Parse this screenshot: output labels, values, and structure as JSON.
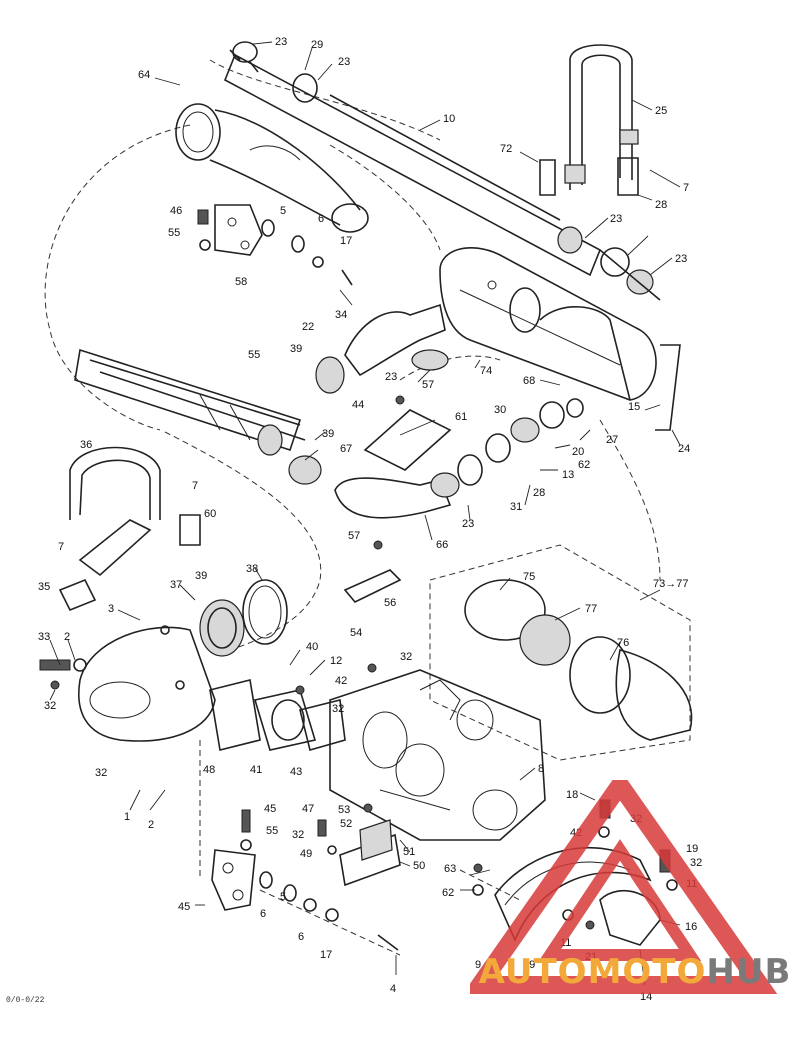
{
  "drawing_code": "0/0-0/22",
  "watermark": {
    "word_1": "AUTOMOTO",
    "word_2": "HUB",
    "colors": {
      "triangle": "#d83a3a",
      "word_1": "#f2a93a",
      "word_2": "#7a7a7a"
    }
  },
  "callouts": [
    "23",
    "29",
    "23",
    "64",
    "10",
    "25",
    "72",
    "7",
    "28",
    "46",
    "5",
    "6",
    "17",
    "55",
    "58",
    "23",
    "23",
    "34",
    "22",
    "39",
    "55",
    "44",
    "23",
    "57",
    "74",
    "68",
    "15",
    "24",
    "61",
    "30",
    "27",
    "20",
    "62",
    "13",
    "28",
    "31",
    "23",
    "36",
    "39",
    "67",
    "66",
    "7",
    "60",
    "7",
    "57",
    "56",
    "35",
    "75",
    "73→77",
    "77",
    "76",
    "3",
    "37",
    "39",
    "38",
    "33",
    "2",
    "40",
    "12",
    "54",
    "32",
    "42",
    "32",
    "32",
    "48",
    "41",
    "43",
    "8",
    "32",
    "1",
    "2",
    "45",
    "55",
    "47",
    "32",
    "49",
    "53",
    "52",
    "51",
    "50",
    "18",
    "42",
    "32",
    "19",
    "32",
    "11",
    "63",
    "62",
    "45",
    "6",
    "5",
    "6",
    "17",
    "4",
    "9",
    "59",
    "11",
    "21",
    "16",
    "14"
  ]
}
